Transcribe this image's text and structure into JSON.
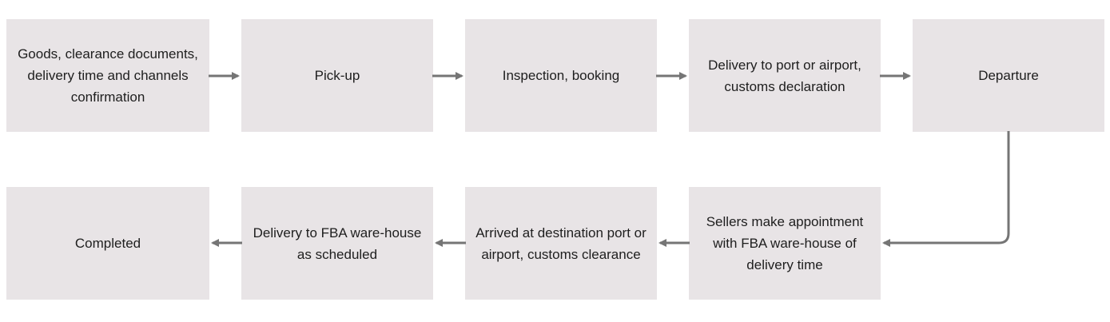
{
  "steps": [
    {
      "label": "Goods, clearance documents, delivery time and channels confirmation"
    },
    {
      "label": "Pick-up"
    },
    {
      "label": "Inspection, booking"
    },
    {
      "label": "Delivery to port or airport, customs declaration"
    },
    {
      "label": "Departure"
    },
    {
      "label": "Sellers make appointment with FBA ware-house of delivery time"
    },
    {
      "label": "Arrived at destination port or airport, customs clearance"
    },
    {
      "label": "Delivery to FBA ware-house as scheduled"
    },
    {
      "label": "Completed"
    }
  ],
  "colors": {
    "box_fill": "#e8e4e6",
    "connector": "#757575",
    "text": "#1e1e1e"
  }
}
